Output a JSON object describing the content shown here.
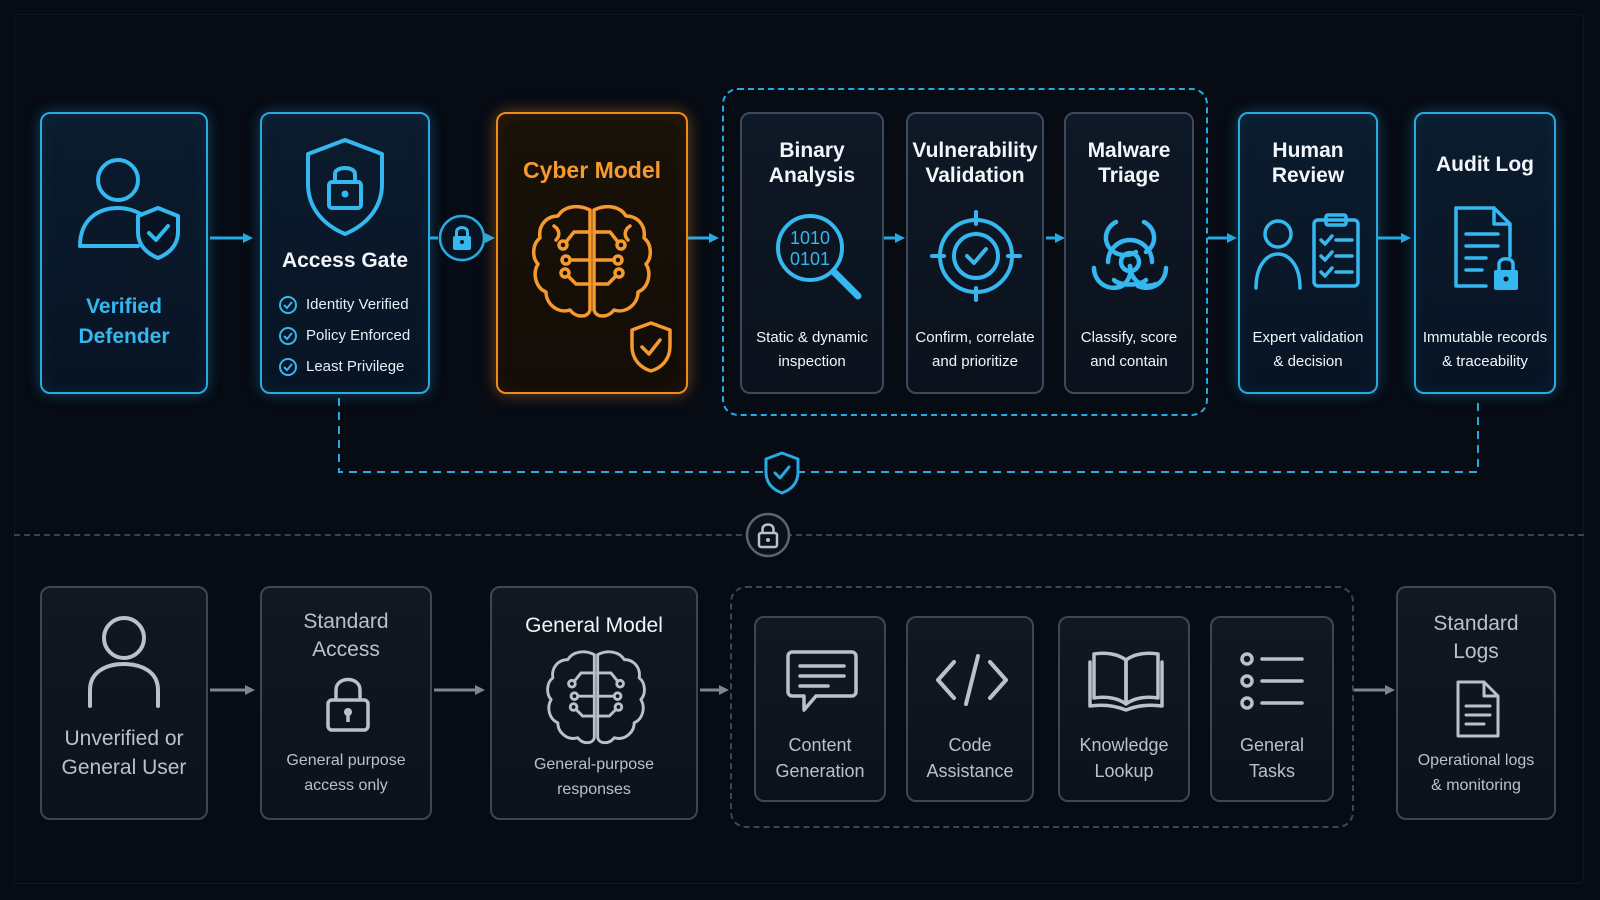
{
  "colors": {
    "background": "#060b14",
    "accent_blue": "#27a9e1",
    "accent_orange": "#f08a1c",
    "neutral_gray": "#3d4652"
  },
  "top_row": {
    "verified_defender": {
      "label_line1": "Verified",
      "label_line2": "Defender",
      "icon": "user-shield-icon"
    },
    "access_gate": {
      "title": "Access Gate",
      "icon": "shield-lock-icon",
      "checks": [
        "Identity Verified",
        "Policy Enforced",
        "Least Privilege"
      ]
    },
    "gate_lock": {
      "icon": "lock-icon"
    },
    "cyber_model": {
      "title": "Cyber Model",
      "icon": "brain-circuit-icon",
      "badge_icon": "shield-check-icon"
    },
    "tasks": [
      {
        "title_line1": "Binary",
        "title_line2": "Analysis",
        "icon": "binary-search-icon",
        "icon_text_1": "1010",
        "icon_text_2": "0101",
        "caption_line1": "Static & dynamic",
        "caption_line2": "inspection"
      },
      {
        "title_line1": "Vulnerability",
        "title_line2": "Validation",
        "icon": "target-check-icon",
        "caption_line1": "Confirm, correlate",
        "caption_line2": "and prioritize"
      },
      {
        "title_line1": "Malware",
        "title_line2": "Triage",
        "icon": "biohazard-icon",
        "caption_line1": "Classify, score",
        "caption_line2": "and contain"
      }
    ],
    "human_review": {
      "title_line1": "Human",
      "title_line2": "Review",
      "icon": "reviewer-checklist-icon",
      "caption_line1": "Expert validation",
      "caption_line2": "& decision"
    },
    "audit_log": {
      "title": "Audit Log",
      "icon": "document-lock-icon",
      "caption_line1": "Immutable records",
      "caption_line2": "& traceability"
    },
    "feedback_icon": "shield-check-icon"
  },
  "separator_lock_icon": "lock-icon",
  "bottom_row": {
    "unverified_user": {
      "label_line1": "Unverified or",
      "label_line2": "General User",
      "icon": "user-icon"
    },
    "standard_access": {
      "title_line1": "Standard",
      "title_line2": "Access",
      "icon": "padlock-icon",
      "caption_line1": "General purpose",
      "caption_line2": "access only"
    },
    "general_model": {
      "title": "General Model",
      "icon": "brain-circuit-icon",
      "caption_line1": "General-purpose",
      "caption_line2": "responses"
    },
    "tasks": [
      {
        "label_line1": "Content",
        "label_line2": "Generation",
        "icon": "chat-bubble-icon"
      },
      {
        "label_line1": "Code",
        "label_line2": "Assistance",
        "icon": "code-icon"
      },
      {
        "label_line1": "Knowledge",
        "label_line2": "Lookup",
        "icon": "open-book-icon"
      },
      {
        "label_line1": "General",
        "label_line2": "Tasks",
        "icon": "list-icon"
      }
    ],
    "standard_logs": {
      "title_line1": "Standard",
      "title_line2": "Logs",
      "icon": "document-icon",
      "caption_line1": "Operational logs",
      "caption_line2": "& monitoring"
    }
  }
}
